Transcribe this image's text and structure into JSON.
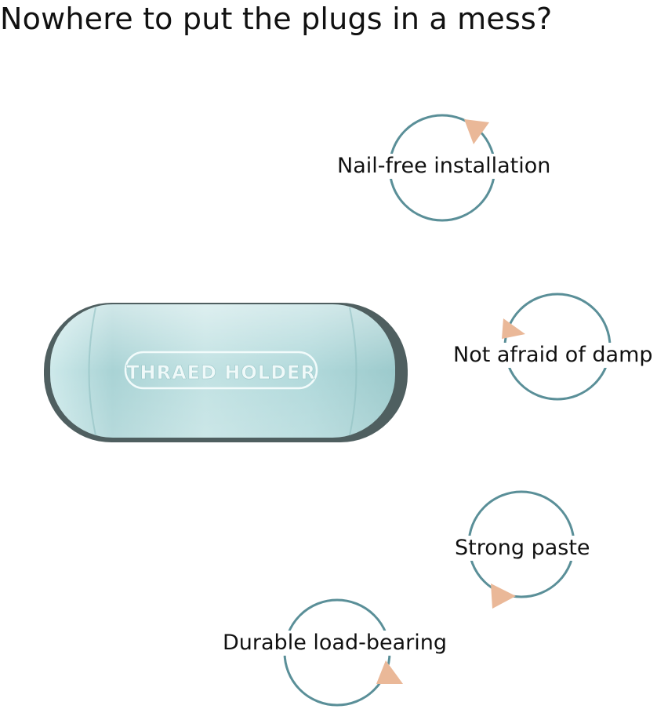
{
  "headline": "Nowhere to put the plugs in a mess?",
  "product": {
    "label": "THRAED HOLDER",
    "body_color": "#b9dfe0",
    "base_color": "#4f5f60"
  },
  "features": [
    {
      "id": "nail",
      "label": "Nail-free installation",
      "icon": "rotate-arrow-icon"
    },
    {
      "id": "damp",
      "label": "Not afraid of damp",
      "icon": "rotate-arrow-icon"
    },
    {
      "id": "paste",
      "label": "Strong paste",
      "icon": "rotate-arrow-icon"
    },
    {
      "id": "durable",
      "label": "Durable load-bearing",
      "icon": "rotate-arrow-icon"
    }
  ],
  "colors": {
    "ring": "#5a8f98",
    "arrow": "#eab898"
  }
}
